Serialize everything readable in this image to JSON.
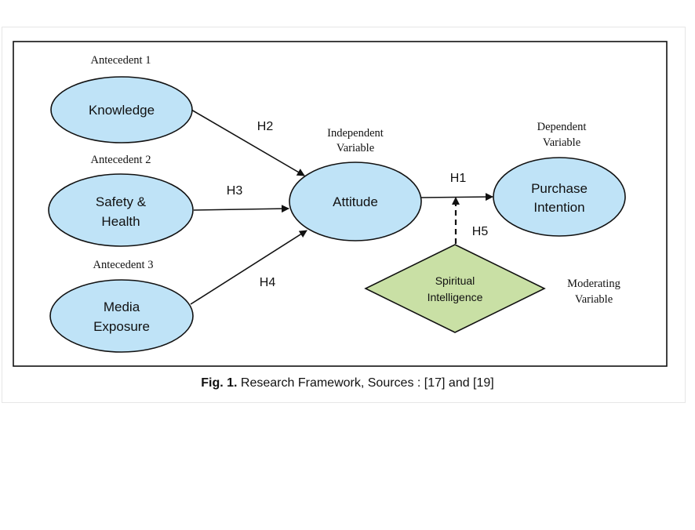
{
  "diagram": {
    "antecedent_labels": {
      "a1": "Antecedent 1",
      "a2": "Antecedent 2",
      "a3": "Antecedent 3"
    },
    "nodes": {
      "knowledge": {
        "lines": [
          "Knowledge"
        ]
      },
      "safety_health": {
        "lines": [
          "Safety &",
          "Health"
        ]
      },
      "media_exposure": {
        "lines": [
          "Media",
          "Exposure"
        ]
      },
      "attitude": {
        "lines": [
          "Attitude"
        ]
      },
      "purchase_intention": {
        "lines": [
          "Purchase",
          "Intention"
        ]
      },
      "spiritual_intelligence": {
        "lines": [
          "Spiritual",
          "Intelligence"
        ]
      }
    },
    "role_labels": {
      "independent": [
        "Independent",
        "Variable"
      ],
      "dependent": [
        "Dependent",
        "Variable"
      ],
      "moderating": [
        "Moderating",
        "Variable"
      ]
    },
    "hypotheses": {
      "h1": "H1",
      "h2": "H2",
      "h3": "H3",
      "h4": "H4",
      "h5": "H5"
    },
    "colors": {
      "ellipse_fill": "#bfe3f7",
      "diamond_fill": "#c9e0a5",
      "stroke": "#111111"
    }
  },
  "caption": {
    "figure_label": "Fig. 1.",
    "text": " Research Framework, Sources : [17] and [19]"
  }
}
